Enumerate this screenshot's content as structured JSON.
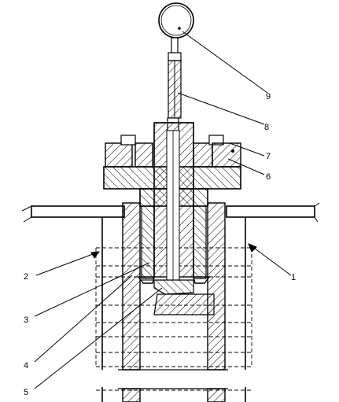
{
  "diagram": {
    "labels": [
      "1",
      "2",
      "3",
      "4",
      "5",
      "6",
      "7",
      "8",
      "9"
    ]
  },
  "colors": {
    "line": "#000000",
    "hatch": "#000000",
    "background": "#ffffff"
  }
}
